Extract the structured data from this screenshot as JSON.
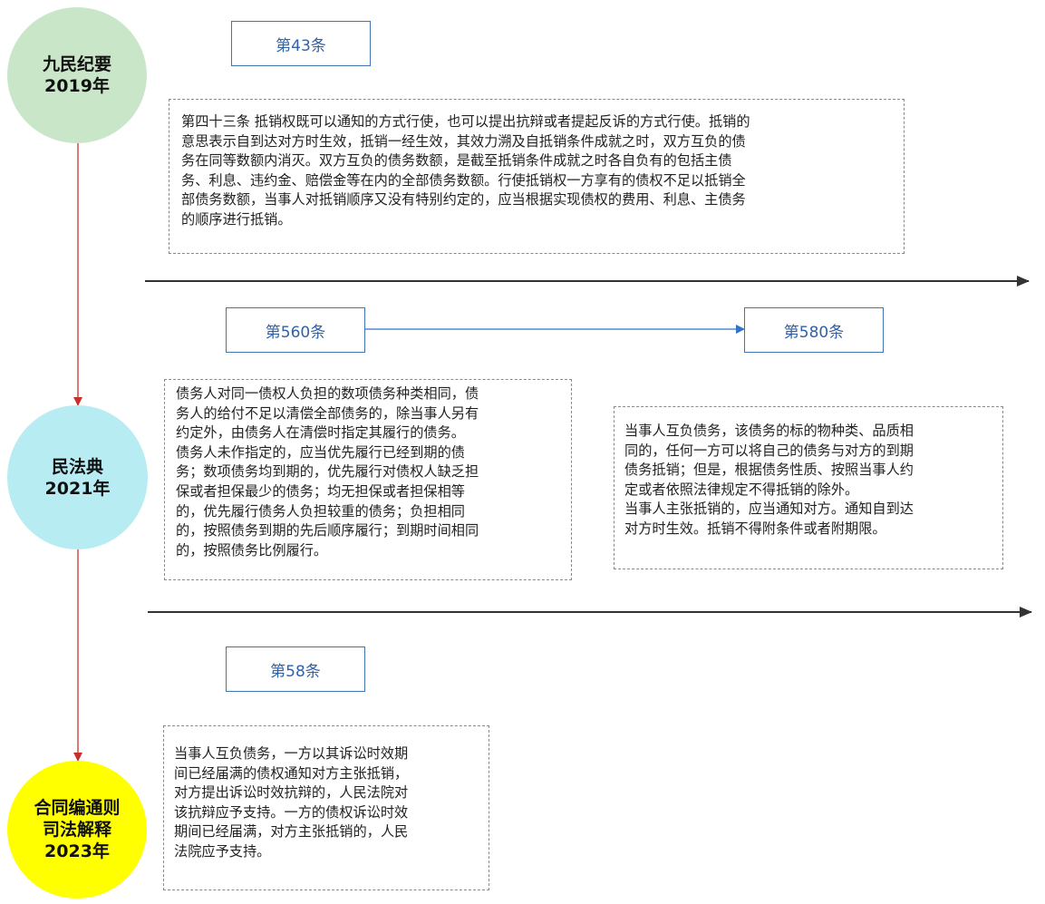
{
  "colors": {
    "node_2019": "#c9e6c8",
    "node_2021": "#b7ecf3",
    "node_2023": "#ffff00",
    "down_arrow": "#c9302c",
    "timeline": "#333333",
    "link_arrow": "#2f74c8",
    "tag_border": "#3f74b4"
  },
  "nodes": [
    {
      "id": "2019",
      "line1": "九民纪要",
      "line2": "2019年"
    },
    {
      "id": "2021",
      "line1": "民法典",
      "line2": "2021年"
    },
    {
      "id": "2023",
      "line1": "合同编通则",
      "line2": "司法解释",
      "line3": "2023年"
    }
  ],
  "tags": {
    "a43": "第43条",
    "a560": "第560条",
    "a580": "第580条",
    "a58": "第58条"
  },
  "texts": {
    "a43": "第四十三条 抵销权既可以通知的方式行使，也可以提出抗辩或者提起反诉的方式行使。抵销的\n意思表示自到达对方时生效，抵销一经生效，其效力溯及自抵销条件成就之时，双方互负的债\n务在同等数额内消灭。双方互负的债务数额，是截至抵销条件成就之时各自负有的包括主债\n务、利息、违约金、赔偿金等在内的全部债务数额。行使抵销权一方享有的债权不足以抵销全\n部债务数额，当事人对抵销顺序又没有特别约定的，应当根据实现债权的费用、利息、主债务\n的顺序进行抵销。",
    "a560": "债务人对同一债权人负担的数项债务种类相同，债\n务人的给付不足以清偿全部债务的，除当事人另有\n约定外，由债务人在清偿时指定其履行的债务。\n债务人未作指定的，应当优先履行已经到期的债\n务；数项债务均到期的，优先履行对债权人缺乏担\n保或者担保最少的债务；均无担保或者担保相等\n的，优先履行债务人负担较重的债务；负担相同\n的，按照债务到期的先后顺序履行；到期时间相同\n的，按照债务比例履行。",
    "a580": "当事人互负债务，该债务的标的物种类、品质相\n同的，任何一方可以将自己的债务与对方的到期\n债务抵销；但是，根据债务性质、按照当事人约\n定或者依照法律规定不得抵销的除外。\n当事人主张抵销的，应当通知对方。通知自到达\n对方时生效。抵销不得附条件或者附期限。",
    "a58": "当事人互负债务，一方以其诉讼时效期\n间已经届满的债权通知对方主张抵销，\n对方提出诉讼时效抗辩的，人民法院对\n该抗辩应予支持。一方的债权诉讼时效\n期间已经届满，对方主张抵销的，人民\n法院应予支持。"
  }
}
